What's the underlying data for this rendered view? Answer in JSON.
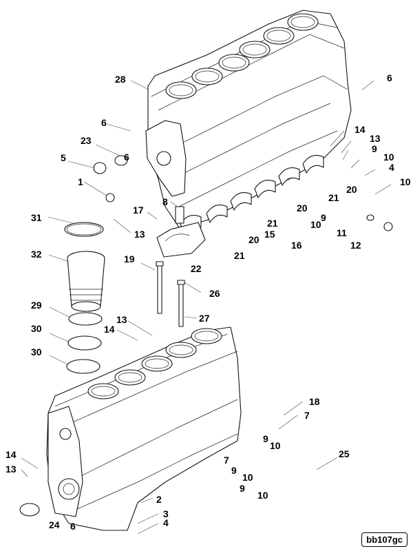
{
  "figure_code": "bb107gc",
  "callouts": [
    {
      "id": "c28",
      "text": "28"
    },
    {
      "id": "c6a",
      "text": "6"
    },
    {
      "id": "c6b",
      "text": "6"
    },
    {
      "id": "c23",
      "text": "23"
    },
    {
      "id": "c5",
      "text": "5"
    },
    {
      "id": "c6c",
      "text": "6"
    },
    {
      "id": "c1",
      "text": "1"
    },
    {
      "id": "c14a",
      "text": "14"
    },
    {
      "id": "c13a",
      "text": "13"
    },
    {
      "id": "c9a",
      "text": "9"
    },
    {
      "id": "c10a",
      "text": "10"
    },
    {
      "id": "c4a",
      "text": "4"
    },
    {
      "id": "c10b",
      "text": "10"
    },
    {
      "id": "c20a",
      "text": "20"
    },
    {
      "id": "c21a",
      "text": "21"
    },
    {
      "id": "c20b",
      "text": "20"
    },
    {
      "id": "c8",
      "text": "8"
    },
    {
      "id": "c17",
      "text": "17"
    },
    {
      "id": "c31",
      "text": "31"
    },
    {
      "id": "c13b",
      "text": "13"
    },
    {
      "id": "c9b",
      "text": "9"
    },
    {
      "id": "c10c",
      "text": "10"
    },
    {
      "id": "c21b",
      "text": "21"
    },
    {
      "id": "c15",
      "text": "15"
    },
    {
      "id": "c20c",
      "text": "20"
    },
    {
      "id": "c11",
      "text": "11"
    },
    {
      "id": "c16",
      "text": "16"
    },
    {
      "id": "c12",
      "text": "12"
    },
    {
      "id": "c21c",
      "text": "21"
    },
    {
      "id": "c32",
      "text": "32"
    },
    {
      "id": "c19",
      "text": "19"
    },
    {
      "id": "c22",
      "text": "22"
    },
    {
      "id": "c26",
      "text": "26"
    },
    {
      "id": "c29",
      "text": "29"
    },
    {
      "id": "c27",
      "text": "27"
    },
    {
      "id": "c13c",
      "text": "13"
    },
    {
      "id": "c14b",
      "text": "14"
    },
    {
      "id": "c30a",
      "text": "30"
    },
    {
      "id": "c30b",
      "text": "30"
    },
    {
      "id": "c18",
      "text": "18"
    },
    {
      "id": "c7a",
      "text": "7"
    },
    {
      "id": "c9c",
      "text": "9"
    },
    {
      "id": "c10d",
      "text": "10"
    },
    {
      "id": "c25",
      "text": "25"
    },
    {
      "id": "c7b",
      "text": "7"
    },
    {
      "id": "c14c",
      "text": "14"
    },
    {
      "id": "c9d",
      "text": "9"
    },
    {
      "id": "c13d",
      "text": "13"
    },
    {
      "id": "c10e",
      "text": "10"
    },
    {
      "id": "c2",
      "text": "2"
    },
    {
      "id": "c9e",
      "text": "9"
    },
    {
      "id": "c10f",
      "text": "10"
    },
    {
      "id": "c3",
      "text": "3"
    },
    {
      "id": "c24",
      "text": "24"
    },
    {
      "id": "c6d",
      "text": "6"
    },
    {
      "id": "c4b",
      "text": "4"
    }
  ]
}
